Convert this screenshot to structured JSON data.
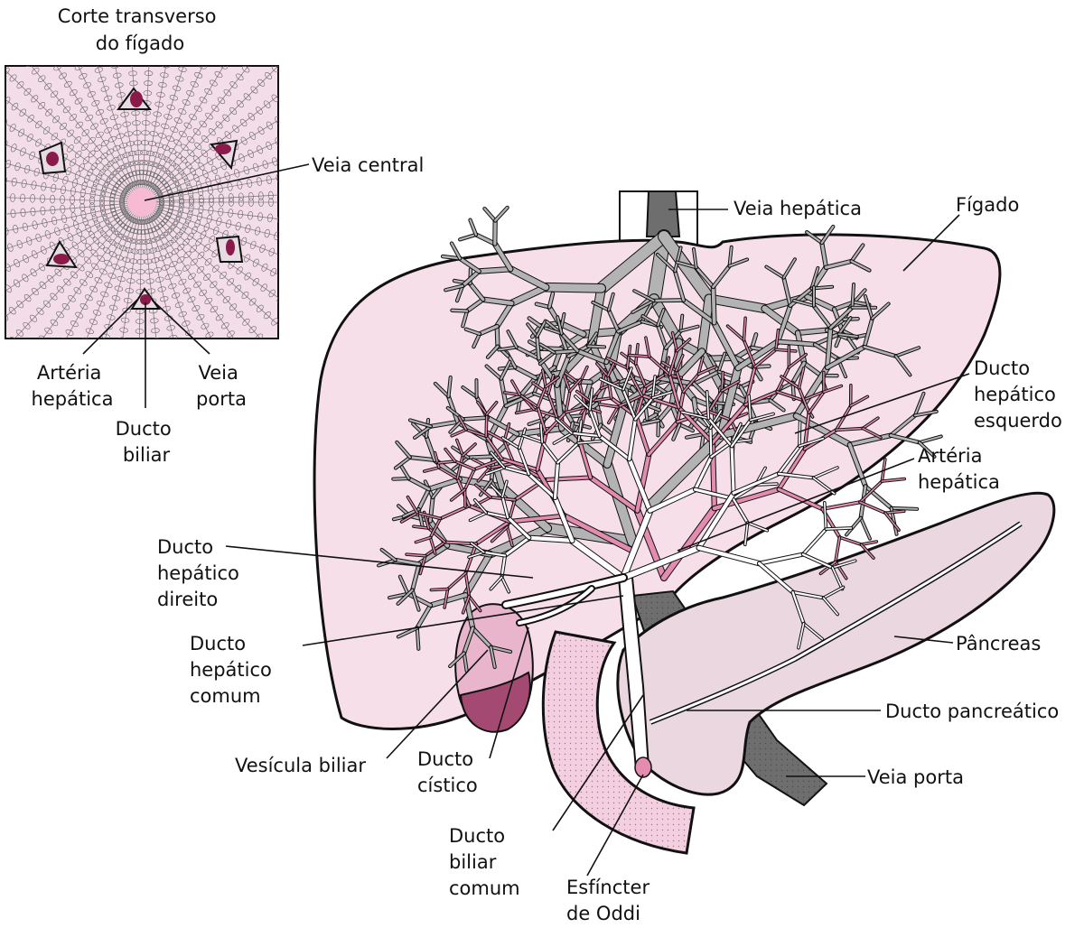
{
  "colors": {
    "liver": "#f7dfea",
    "hepatic_vessel": "#b3b3b3",
    "artery": "#e48bb0",
    "bile": "#ffffff",
    "gallbladder": "#e9b5cc",
    "gallbladder_dark": "#a44a72",
    "pancreas": "#ead7df",
    "duodenum": "#f3cfe0",
    "portal_vein": "#6e6e6e",
    "tissue": "#f3dde8",
    "lumen": "#f6bad2",
    "portal_triad": "#8a1a4a",
    "outline": "#111111"
  },
  "labels": {
    "inset_title_1": "Corte transverso",
    "inset_title_2": "do fígado",
    "veia_central": "Veia central",
    "arteria_hepatica_inset_1": "Artéria",
    "arteria_hepatica_inset_2": "hepática",
    "veia_porta_inset_1": "Veia",
    "veia_porta_inset_2": "porta",
    "ducto_biliar_inset_1": "Ducto",
    "ducto_biliar_inset_2": "biliar",
    "veia_hepatica": "Veia hepática",
    "figado": "Fígado",
    "ducto_hepatico_esquerdo_1": "Ducto",
    "ducto_hepatico_esquerdo_2": "hepático",
    "ducto_hepatico_esquerdo_3": "esquerdo",
    "arteria_hepatica_1": "Artéria",
    "arteria_hepatica_2": "hepática",
    "ducto_hepatico_direito_1": "Ducto",
    "ducto_hepatico_direito_2": "hepático",
    "ducto_hepatico_direito_3": "direito",
    "ducto_hepatico_comum_1": "Ducto",
    "ducto_hepatico_comum_2": "hepático",
    "ducto_hepatico_comum_3": "comum",
    "pancreas": "Pâncreas",
    "ducto_pancreatico": "Ducto pancreático",
    "vesicula_biliar": "Vesícula biliar",
    "ducto_cistico_1": "Ducto",
    "ducto_cistico_2": "cístico",
    "veia_porta": "Veia porta",
    "ducto_biliar_comum_1": "Ducto",
    "ducto_biliar_comum_2": "biliar",
    "ducto_biliar_comum_3": "comum",
    "esfincter_1": "Esfíncter",
    "esfincter_2": "de Oddi"
  }
}
